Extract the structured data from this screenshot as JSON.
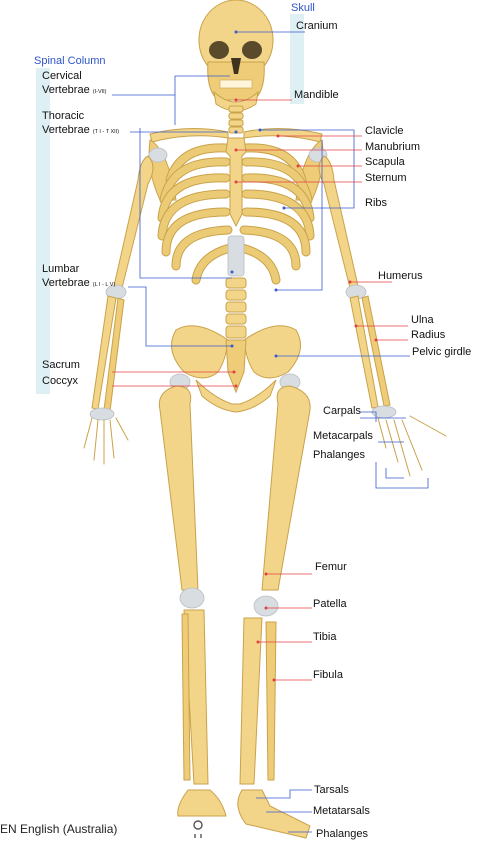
{
  "diagram": {
    "groups": {
      "skull": "Skull",
      "spinal_column": "Spinal Column"
    },
    "labels": {
      "cranium": "Cranium",
      "mandible": "Mandible",
      "cervical_1": "Cervical",
      "cervical_2": "Vertebrae",
      "cervical_range": "(I-VII)",
      "thoracic_1": "Thoracic",
      "thoracic_2": "Vertebrae",
      "thoracic_range": "(T I - T XII)",
      "lumbar_1": "Lumbar",
      "lumbar_2": "Vertebrae",
      "lumbar_range": "(L I - L V)",
      "sacrum": "Sacrum",
      "coccyx": "Coccyx",
      "clavicle": "Clavicle",
      "manubrium": "Manubrium",
      "scapula": "Scapula",
      "sternum": "Sternum",
      "ribs": "Ribs",
      "humerus": "Humerus",
      "ulna": "Ulna",
      "radius": "Radius",
      "pelvic_girdle": "Pelvic girdle",
      "carpals": "Carpals",
      "metacarpals": "Metacarpals",
      "hand_phalanges": "Phalanges",
      "femur": "Femur",
      "patella": "Patella",
      "tibia": "Tibia",
      "fibula": "Fibula",
      "tarsals": "Tarsals",
      "metatarsals": "Metatarsals",
      "foot_phalanges": "Phalanges"
    }
  },
  "taskbar": {
    "language": "EN English (Australia)"
  },
  "colors": {
    "bone": "#f3d58a",
    "bone_shade": "#e2bb5c",
    "bone_outline": "#c9a24a",
    "joint": "#d8dde2",
    "band": "#dff0f4",
    "leader_blue": "#3a5bd0",
    "leader_red": "#e04040",
    "group_label": "#2f55c8"
  }
}
